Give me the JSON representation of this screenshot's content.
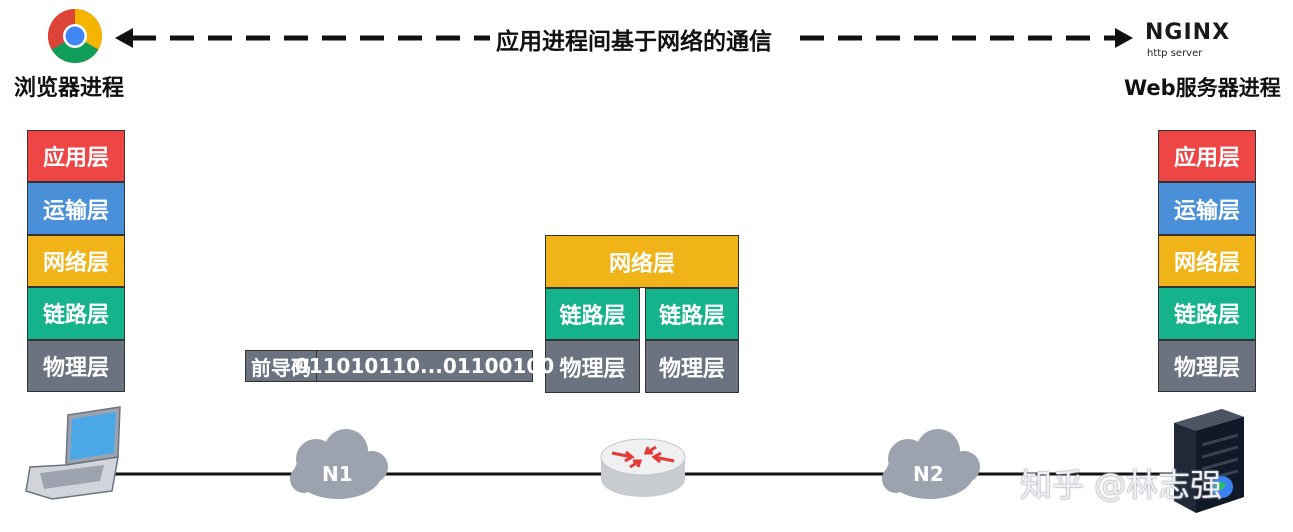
{
  "top": {
    "communication_label": "应用进程间基于网络的通信",
    "browser_label": "浏览器进程",
    "server_label": "Web服务器进程",
    "nginx_logo_text": "NGINX",
    "nginx_logo_sub": "http server"
  },
  "layers": {
    "application": "应用层",
    "transport": "运输层",
    "network": "网络层",
    "link": "链路层",
    "physical": "物理层"
  },
  "frame": {
    "preamble": "前导码",
    "bits": "011010110...01100100"
  },
  "clouds": {
    "n1": "N1",
    "n2": "N2"
  },
  "watermark": "知乎 @林志强",
  "colors": {
    "application": "#ee4545",
    "transport": "#4a90d9",
    "network": "#f0b418",
    "link": "#14b38c",
    "physical": "#6b7280"
  }
}
